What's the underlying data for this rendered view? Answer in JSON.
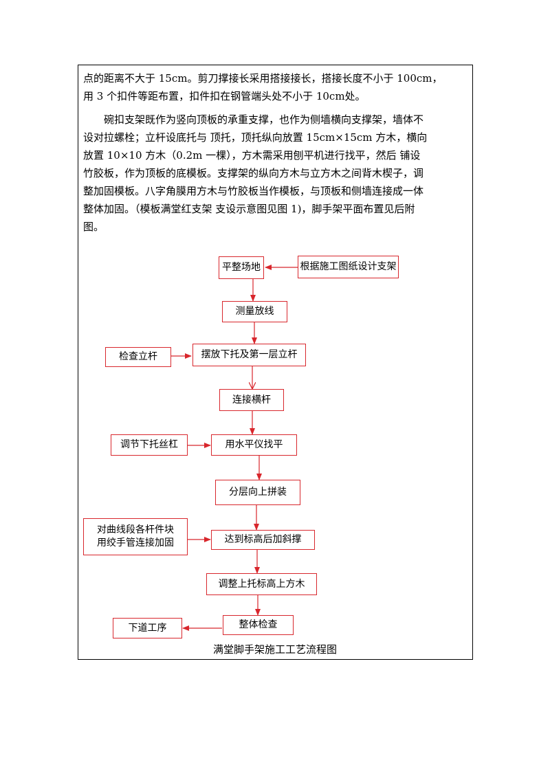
{
  "paragraph1": {
    "lines": [
      "点的距离不大于 15cm。剪刀撑接长采用搭接接长，搭接长度不小于    100cm，",
      "用 3 个扣件等距布置，扣件扣在钢管端头处不小于    10cm处。"
    ]
  },
  "paragraph2": {
    "lines": [
      "碗扣支架既作为竖向顶板的承重支撑，也作为侧墙横向支撑架，墙体不",
      "设对拉螺栓；立杆设底托与  顶托，顶托纵向放置 15cm×15cm 方木，横向",
      "放置 10×10 方木（0.2m 一棵），方木需采用刨平机进行找平，然后  铺设",
      "竹胶板，作为顶板的底模板。支撑架的纵向方木与立方木之间背木楔子，调",
      "整加固模板。八字角膜用方木与竹胶板当作模板，与顶板和侧墙连接成一体",
      "整体加固。（模板满堂红支架  支设示意图见图 1)，脚手架平面布置见后附",
      "图。"
    ]
  },
  "flowchart": {
    "main_steps": [
      "平整场地",
      "测量放线",
      "摆放下托及第一层立杆",
      "连接横杆",
      "用水平仪找平",
      "分层向上拼装",
      "达到标高后加斜撑",
      "调整上托标高上方木",
      "整体检查"
    ],
    "side_boxes": {
      "design": "根据施工图纸设计支架",
      "check_pole": "检查立杆",
      "adjust_screw": "调节下托丝杠",
      "curve_line1": "对曲线段各杆件块",
      "curve_line2": "用绞手管连接加固",
      "next_process": "下道工序"
    },
    "caption": "满堂脚手架施工工艺流程图"
  },
  "colors": {
    "box_border": "#d8262c",
    "arrow": "#d8262c",
    "text": "#000000"
  }
}
